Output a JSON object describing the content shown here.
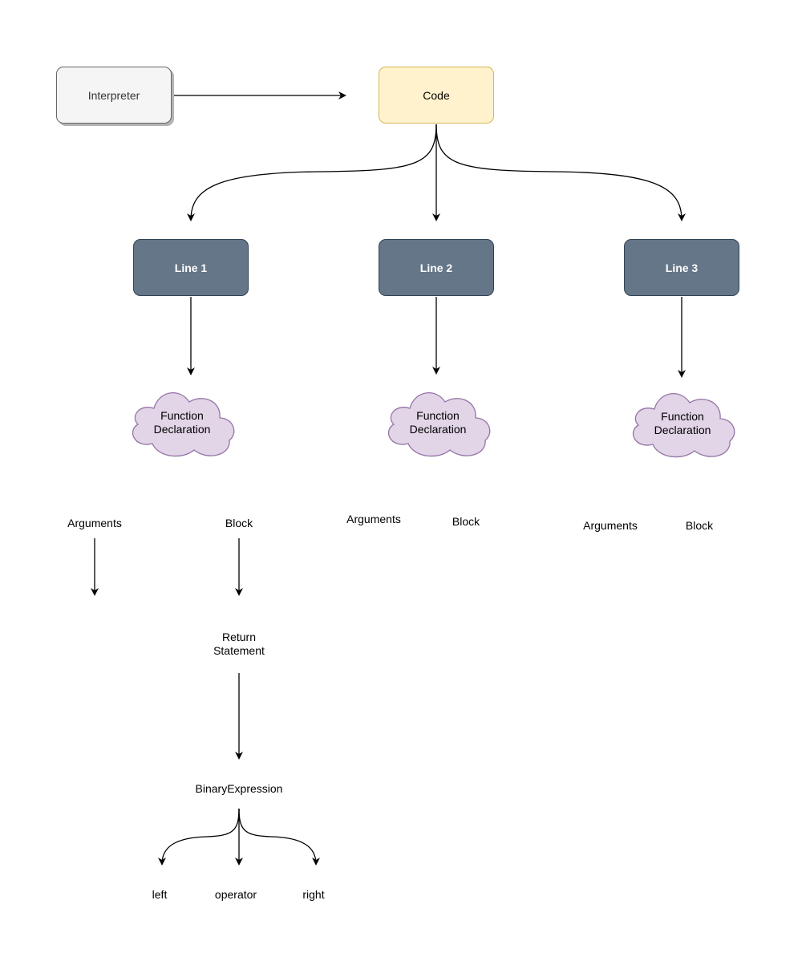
{
  "nodes": {
    "interpreter": "Interpreter",
    "code": "Code",
    "lines": [
      "Line 1",
      "Line 2",
      "Line 3"
    ],
    "function_declaration": [
      "Function",
      "Declaration"
    ]
  },
  "branches": {
    "arguments": "Arguments",
    "block": "Block",
    "return_statement": [
      "Return",
      "Statement"
    ],
    "binary_expression": "BinaryExpression",
    "left": "left",
    "operator": "operator",
    "right": "right"
  },
  "colors": {
    "interpreter_fill": "#f5f5f5",
    "code_fill": "#fff2cc",
    "line_fill": "#647687",
    "cloud_fill": "#e1d5e7",
    "cloud_stroke": "#9673a6"
  }
}
